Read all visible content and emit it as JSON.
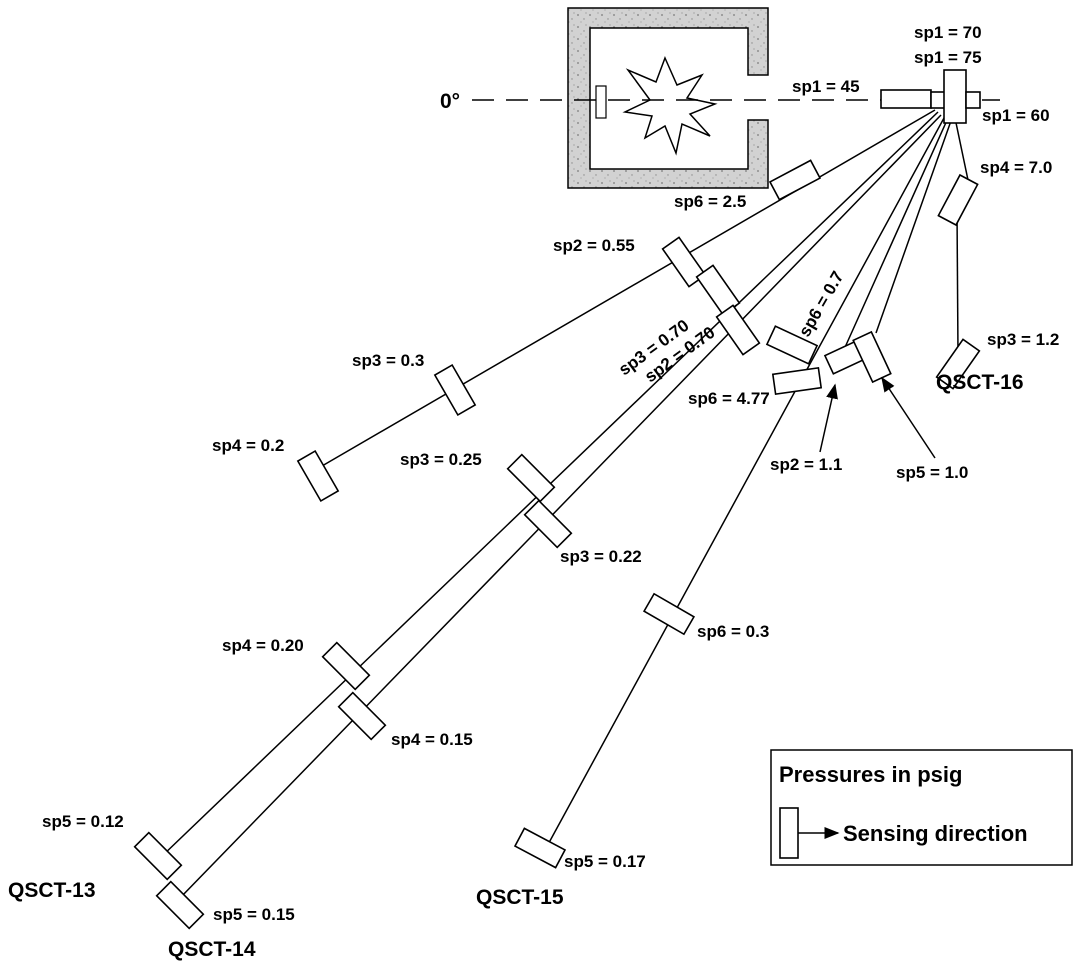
{
  "colors": {
    "ink": "#000000",
    "background": "#ffffff",
    "chamber_fill": "#cfcfcf"
  },
  "labels": {
    "angle_zero": "0°",
    "sp1_70": "sp1 = 70",
    "sp1_75": "sp1 = 75",
    "sp1_45": "sp1 = 45",
    "sp1_60": "sp1 = 60",
    "sp6_2_5": "sp6 = 2.5",
    "sp4_7_0": "sp4 = 7.0",
    "sp2_0_55": "sp2 = 0.55",
    "sp3_0_70": "sp3 = 0.70",
    "sp2_0_70": "sp2 = 0.70",
    "sp6_0_7": "sp6 = 0.7",
    "sp3_1_2": "sp3 = 1.2",
    "qsct16": "QSCT-16",
    "sp3_0_3": "sp3 = 0.3",
    "sp6_4_77": "sp6 = 4.77",
    "sp2_1_1": "sp2 = 1.1",
    "sp5_1_0": "sp5 = 1.0",
    "sp4_0_2": "sp4 = 0.2",
    "sp3_0_25": "sp3 = 0.25",
    "sp3_0_22": "sp3 = 0.22",
    "sp6_0_3": "sp6 = 0.3",
    "sp4_0_20": "sp4 = 0.20",
    "sp4_0_15": "sp4 = 0.15",
    "sp5_0_12": "sp5 = 0.12",
    "sp5_0_17": "sp5 = 0.17",
    "sp5_0_15": "sp5 = 0.15",
    "qsct13": "QSCT-13",
    "qsct15": "QSCT-15",
    "qsct14": "QSCT-14"
  },
  "legend": {
    "title": "Pressures in psig",
    "sensing_label": "Sensing direction"
  }
}
